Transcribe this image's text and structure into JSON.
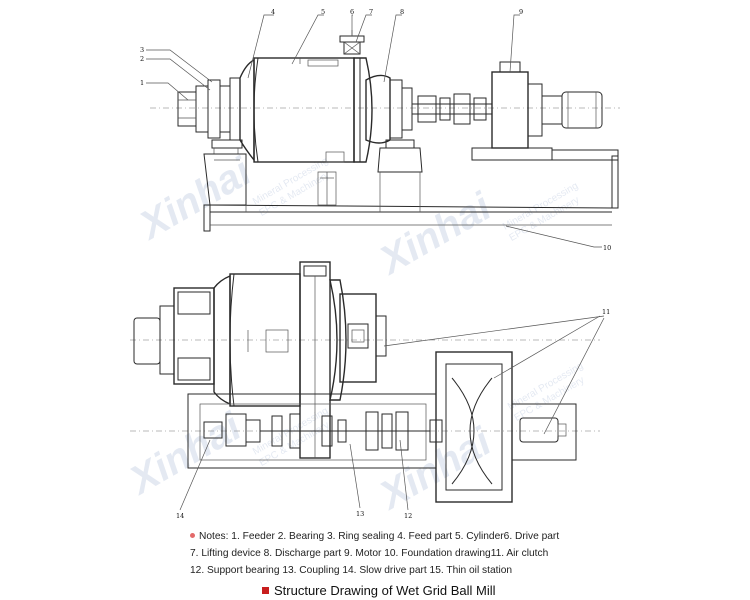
{
  "drawing": {
    "watermark": {
      "brand": "Xinhai",
      "line1": "Mineral Processing",
      "line2": "EPC & Machinery"
    },
    "callouts": {
      "c1": "1",
      "c2": "2",
      "c3": "3",
      "c4": "4",
      "c5": "5",
      "c6": "6",
      "c7": "7",
      "c8": "8",
      "c9": "9",
      "c10": "10",
      "c11": "11",
      "c12": "12",
      "c13": "13",
      "c14": "14"
    }
  },
  "notes": {
    "line1": "Notes: 1. Feeder 2. Bearing 3. Ring sealing 4. Feed part 5. Cylinder6. Drive part",
    "line2": "7. Lifting device 8. Discharge part 9. Motor 10. Foundation drawing11. Air clutch",
    "line3": "12. Support bearing 13. Coupling 14. Slow drive part 15. Thin oil station"
  },
  "caption": "Structure Drawing of Wet Grid Ball Mill",
  "colors": {
    "bullet": "#e36a6a",
    "caption_marker": "#c81e1e",
    "watermark": "#cfd8e8"
  }
}
